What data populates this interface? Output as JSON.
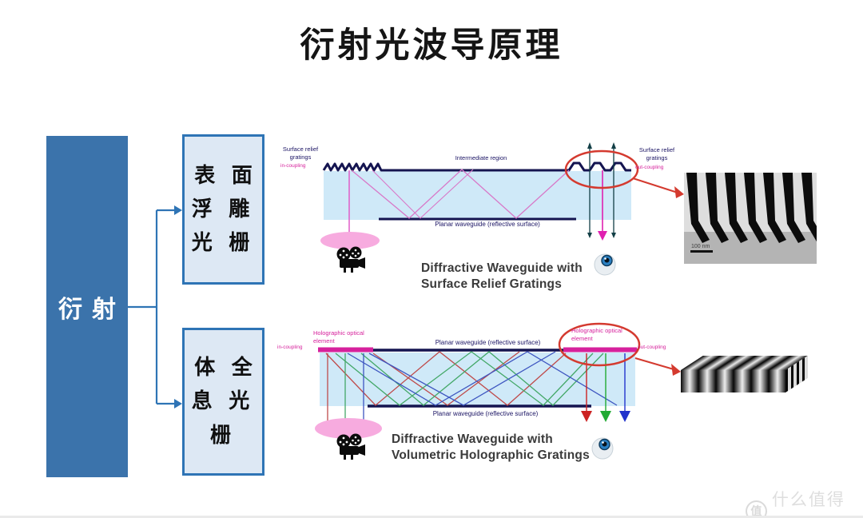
{
  "title": "衍射光波导原理",
  "flowchart": {
    "root": "衍射",
    "branch_surface_relief": "表 面\n浮 雕\n光 栅",
    "branch_volume_holographic": "体 全\n息 光\n栅"
  },
  "top_diagram": {
    "grating_label_left": "Surface relief\ngratings",
    "in_coupling": "in-coupling",
    "intermediate_region": "Intermediate region",
    "grating_label_right": "Surface relief\ngratings",
    "out_coupling": "out-coupling",
    "planar_waveguide": "Planar waveguide (reflective surface)",
    "caption": "Diffractive Waveguide with\nSurface Relief Gratings",
    "sem_scale": "100 nm"
  },
  "bottom_diagram": {
    "hoe_label_left": "Holographic optical\nelement",
    "in_coupling": "in-coupling",
    "planar_waveguide_top": "Planar waveguide (reflective surface)",
    "hoe_label_right": "Holographic optical\nelement",
    "out_coupling": "out-coupling",
    "planar_waveguide_bottom": "Planar waveguide (reflective surface)",
    "caption": "Diffractive Waveguide with\nVolumetric Holographic Gratings"
  },
  "icons": {
    "top_source": "projector-icon",
    "top_viewer": "eye-icon",
    "bottom_source": "projector-icon",
    "bottom_viewer": "eye-icon"
  },
  "watermark": {
    "badge": "值",
    "text": "什么值得买"
  },
  "colors": {
    "flow_root_fill": "#3b73ab",
    "flow_branch_fill": "#dde8f4",
    "flow_border": "#2e74b5",
    "waveguide_fill": "#cfe9f8",
    "waveguide_line": "#141450",
    "magenta": "#d6219c",
    "annotation_red": "#d43a2f",
    "ray_red": "#bf4a4a",
    "ray_green": "#44a868",
    "ray_blue": "#3d55c0",
    "beam_pink": "#f7abdf",
    "caption_text": "#3a3a3a",
    "watermark": "#dadada"
  }
}
